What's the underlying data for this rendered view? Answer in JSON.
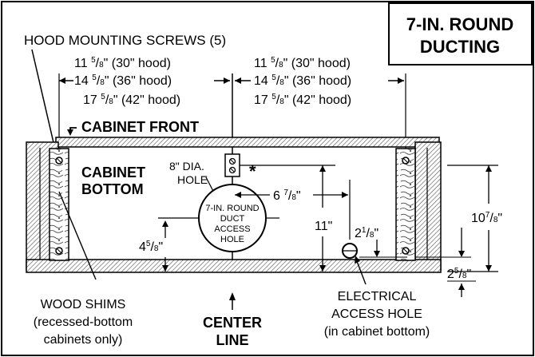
{
  "title": {
    "line1": "7-IN. ROUND",
    "line2": "DUCTING"
  },
  "labels": {
    "hood_mounting_screws": "HOOD MOUNTING SCREWS (5)",
    "cabinet_front": "CABINET FRONT",
    "cabinet_bottom_1": "CABINET",
    "cabinet_bottom_2": "BOTTOM",
    "dia_hole_1": "8\" DIA.",
    "dia_hole_2": "HOLE",
    "asterisk": "*",
    "duct_1": "7-IN. ROUND",
    "duct_2": "DUCT",
    "duct_3": "ACCESS",
    "duct_4": "HOLE",
    "wood_shims_1": "WOOD SHIMS",
    "wood_shims_2": "(recessed-bottom",
    "wood_shims_3": "cabinets only)",
    "center_line_1": "CENTER",
    "center_line_2": "LINE",
    "electrical_1": "ELECTRICAL",
    "electrical_2": "ACCESS HOLE",
    "electrical_3": "(in cabinet bottom)"
  },
  "dimensions": {
    "left_30": {
      "whole": "11 ",
      "num": "5",
      "den": "8",
      "rest": "\" (30\" hood)"
    },
    "left_36": {
      "whole": "14 ",
      "num": "5",
      "den": "8",
      "rest": "\" (36\" hood)"
    },
    "left_42": {
      "whole": "17 ",
      "num": "5",
      "den": "8",
      "rest": "\" (42\" hood)"
    },
    "right_30": {
      "whole": "11 ",
      "num": "5",
      "den": "8",
      "rest": "\" (30\" hood)"
    },
    "right_36": {
      "whole": "14 ",
      "num": "5",
      "den": "8",
      "rest": "\" (36\" hood)"
    },
    "right_42": {
      "whole": "17 ",
      "num": "5",
      "den": "8",
      "rest": "\" (42\" hood)"
    },
    "six_7_8": {
      "whole": "6 ",
      "num": "7",
      "den": "8",
      "rest": "\""
    },
    "eleven": "11\"",
    "four_5_8": {
      "whole": "4",
      "num": "5",
      "den": "8",
      "rest": "\""
    },
    "two_1_8": {
      "whole": "2",
      "num": "1",
      "den": "8",
      "rest": "\""
    },
    "ten_7_8": {
      "whole": "10",
      "num": "7",
      "den": "8",
      "rest": "\""
    },
    "two_5_8": {
      "whole": "2",
      "num": "5",
      "den": "8",
      "rest": "\""
    }
  }
}
